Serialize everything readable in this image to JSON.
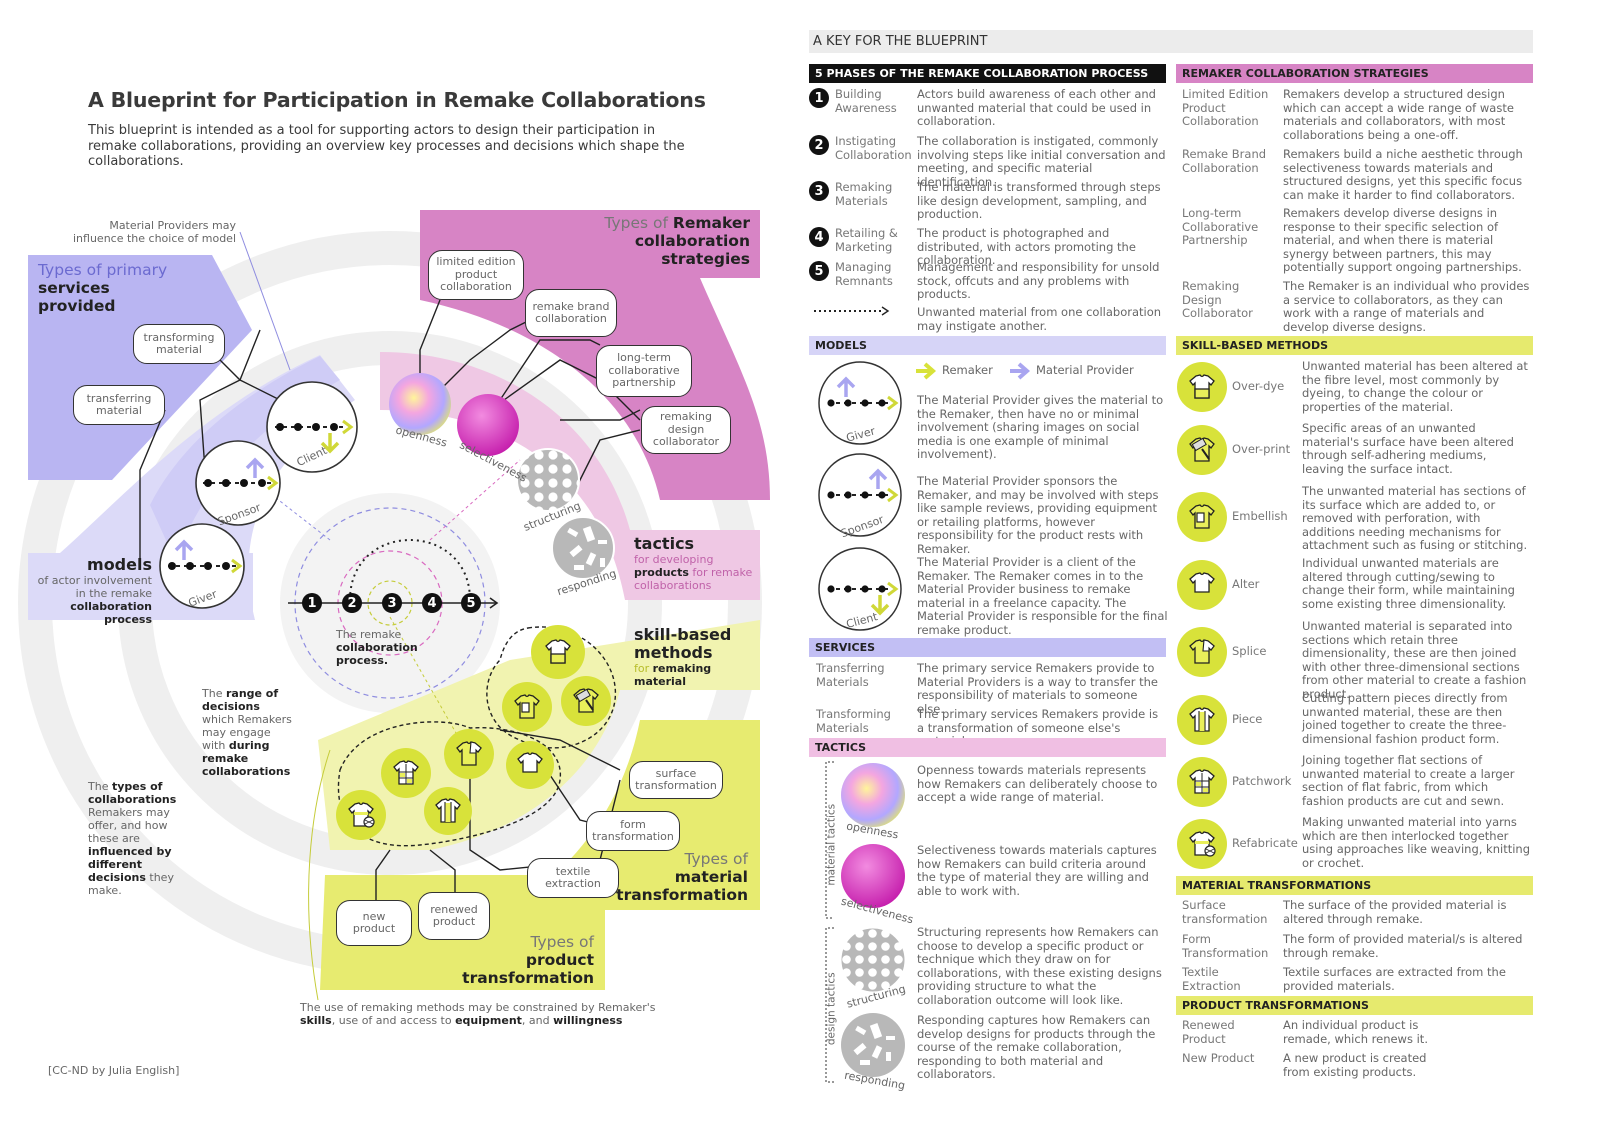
{
  "title": "A Blueprint for Participation in Remake Collaborations",
  "intro": "This blueprint is intended as a tool for supporting actors to design their participation in remake collaborations, providing an overview key processes and decisions which shape the collaborations.",
  "credit": "[CC-ND by Julia English]",
  "diagram": {
    "material_providers_note": "Material Providers may influence the choice of model",
    "services_title_light": "Types of primary",
    "services_title_bold": "services provided",
    "transforming_material": "transforming material",
    "transferring_material": "transferring material",
    "models_title": "models",
    "models_sub_1": "of actor involvement",
    "models_sub_2": "in the remake",
    "models_sub_3": "collaboration process",
    "model_client": "Client",
    "model_sponsor": "Sponsor",
    "model_giver": "Giver",
    "strategies_title_light": "Types of",
    "strategies_title_bold": "Remaker collaboration strategies",
    "strat_limited": "limited edition product collaboration",
    "strat_remake_brand": "remake brand collaboration",
    "strat_long_term": "long-term collaborative partnership",
    "strat_remaking_design": "remaking design collaborator",
    "tactic_openness": "openness",
    "tactic_selectiveness": "selectiveness",
    "tactic_structuring": "structuring",
    "tactic_responding": "responding",
    "tactics_title": "tactics",
    "tactics_sub_1": "for developing",
    "tactics_sub_2": "products",
    "tactics_sub_3": "for remake collaborations",
    "process_label_1": "The remake",
    "process_label_2": "collaboration",
    "process_label_3": "process.",
    "range_1": "The",
    "range_2": "range of decisions",
    "range_3": "which Remakers may engage with",
    "range_4": "during remake collaborations",
    "types_1": "The",
    "types_2": "types of collaborations",
    "types_3": "Remakers may offer, and how these are",
    "types_4": "influenced by different decisions",
    "types_5": "they make.",
    "skill_title": "skill-based methods",
    "skill_sub_1": "for",
    "skill_sub_2": "remaking material",
    "surface_transformation": "surface transformation",
    "form_transformation": "form transformation",
    "textile_extraction": "textile extraction",
    "mat_trans_light": "Types of",
    "mat_trans_bold": "material transformation",
    "new_product": "new product",
    "renewed_product": "renewed product",
    "prod_trans_light": "Types of",
    "prod_trans_bold": "product transformation",
    "constraint_1": "The use of remaking methods may be constrained by Remaker's",
    "constraint_2": "skills",
    "constraint_3": ", use of and access to",
    "constraint_4": "equipment",
    "constraint_5": ", and",
    "constraint_6": "willingness",
    "phase_numbers": [
      "1",
      "2",
      "3",
      "4",
      "5"
    ]
  },
  "key": {
    "title": "A KEY FOR THE BLUEPRINT",
    "phases_header": "5 PHASES OF THE REMAKE COLLABORATION PROCESS",
    "phases": [
      {
        "n": "1",
        "name": "Building Awareness",
        "desc": "Actors build awareness of each other and unwanted material that could be used in collaboration."
      },
      {
        "n": "2",
        "name": "Instigating Collaboration",
        "desc": "The collaboration is instigated, commonly involving steps like initial conversation and meeting, and specific material identification."
      },
      {
        "n": "3",
        "name": "Remaking Materials",
        "desc": "The material is transformed through steps like design development, sampling, and production."
      },
      {
        "n": "4",
        "name": "Retailing & Marketing",
        "desc": "The product is photographed and distributed, with actors promoting the collaboration."
      },
      {
        "n": "5",
        "name": "Managing Remnants",
        "desc": "Management and responsibility for unsold stock, offcuts and any problems with products."
      }
    ],
    "dotted_desc": "Unwanted material from one collaboration may instigate another.",
    "models_header": "MODELS",
    "legend_remaker": "Remaker",
    "legend_provider": "Material Provider",
    "models": [
      {
        "label": "Giver",
        "desc": "The Material Provider gives the material to the Remaker, then have no or minimal involvement (sharing images on social media is one example of minimal involvement)."
      },
      {
        "label": "Sponsor",
        "desc": "The Material Provider sponsors the Remaker, and may be involved with steps like sample reviews, providing equipment or retailing platforms, however responsibility for the product rests with Remaker."
      },
      {
        "label": "Client",
        "desc": "The Material Provider is a client of the Remaker. The Remaker comes in to the Material Provider business to remake material in a freelance capacity. The Material Provider is responsible for the final remake product."
      }
    ],
    "services_header": "SERVICES",
    "services": [
      {
        "name": "Transferring Materials",
        "desc": "The primary service Remakers provide to Material Providers is a way to transfer the responsibility of materials to someone else."
      },
      {
        "name": "Transforming Materials",
        "desc": "The primary services Remakers provide is a transformation of someone else's material."
      }
    ],
    "tactics_header": "TACTICS",
    "material_tactics": "material tactics",
    "design_tactics": "design tactics",
    "tactics": [
      {
        "label": "openness",
        "desc": "Openness towards materials represents how Remakers can deliberately choose to accept a wide range of material."
      },
      {
        "label": "selectiveness",
        "desc": "Selectiveness towards materials captures how Remakers can build criteria around the type of material they are willing and able to work with."
      },
      {
        "label": "structuring",
        "desc": "Structuring represents how Remakers can choose to develop a specific product or technique which they draw on for collaborations, with these existing designs providing structure to what the collaboration outcome will look like."
      },
      {
        "label": "responding",
        "desc": "Responding captures how Remakers can develop designs for products through the course of the remake collaboration, responding to both material and collaborators."
      }
    ],
    "strategies_header": "REMAKER COLLABORATION STRATEGIES",
    "strategies": [
      {
        "name": "Limited Edition Product Collaboration",
        "desc": "Remakers develop a structured design which can accept a wide range of waste materials and collaborators, with most collaborations being a one-off."
      },
      {
        "name": "Remake Brand Collaboration",
        "desc": "Remakers build a niche aesthetic through selectiveness towards materials and structured designs, yet this specific focus can make it harder to find collaborators."
      },
      {
        "name": "Long-term Collaborative Partnership",
        "desc": "Remakers develop diverse designs in response to their specific selection of material, and when there is material synergy between partners, this may potentially support ongoing partnerships."
      },
      {
        "name": "Remaking Design Collaborator",
        "desc": "The Remaker is an individual who provides a service to collaborators, as they can work with a range of materials and develop diverse designs."
      }
    ],
    "skills_header": "SKILL-BASED METHODS",
    "skills": [
      {
        "name": "Over-dye",
        "desc": "Unwanted material has been altered at the fibre level, most commonly by dyeing, to change the colour or properties of the material."
      },
      {
        "name": "Over-print",
        "desc": "Specific areas of an unwanted material's surface have been altered through self-adhering mediums, leaving the surface intact."
      },
      {
        "name": "Embellish",
        "desc": "The unwanted material has sections of its surface which are added to, or removed with perforation, with additions needing mechanisms for attachment such as fusing or stitching."
      },
      {
        "name": "Alter",
        "desc": "Individual unwanted materials are altered through cutting/sewing to change their form, while maintaining some existing three dimensionality."
      },
      {
        "name": "Splice",
        "desc": "Unwanted material is separated into sections which retain three dimensionality, these are then joined with other three-dimensional sections from other material to create a fashion product."
      },
      {
        "name": "Piece",
        "desc": "Cutting pattern pieces directly from unwanted material, these are then joined together to create the three-dimensional fashion product form."
      },
      {
        "name": "Patchwork",
        "desc": "Joining together flat sections of unwanted material to create a larger section of flat fabric, from which fashion products are cut and sewn."
      },
      {
        "name": "Refabricate",
        "desc": "Making unwanted material into yarns which are then interlocked together using approaches like weaving, knitting or crochet."
      }
    ],
    "mat_trans_header": "MATERIAL TRANSFORMATIONS",
    "mat_trans": [
      {
        "name": "Surface transformation",
        "desc": "The surface of the provided material is altered through remake."
      },
      {
        "name": "Form Transformation",
        "desc": "The form of provided material/s is altered through remake."
      },
      {
        "name": "Textile Extraction",
        "desc": "Textile surfaces are extracted from the provided materials."
      }
    ],
    "prod_trans_header": "PRODUCT TRANSFORMATIONS",
    "prod_trans": [
      {
        "name": "Renewed Product",
        "desc": "An individual product is remade, which renews it."
      },
      {
        "name": "New Product",
        "desc": "A new product is created from existing products."
      }
    ]
  },
  "colors": {
    "purple": "#b6b3f1",
    "purple_light": "#dcdaf8",
    "pink": "#d785c6",
    "pink_light": "#efc9e5",
    "yellow": "#e6ea6e",
    "yellow_light": "#f1f3b0",
    "lime": "#d8e23a",
    "grey_ring": "#ececec"
  }
}
